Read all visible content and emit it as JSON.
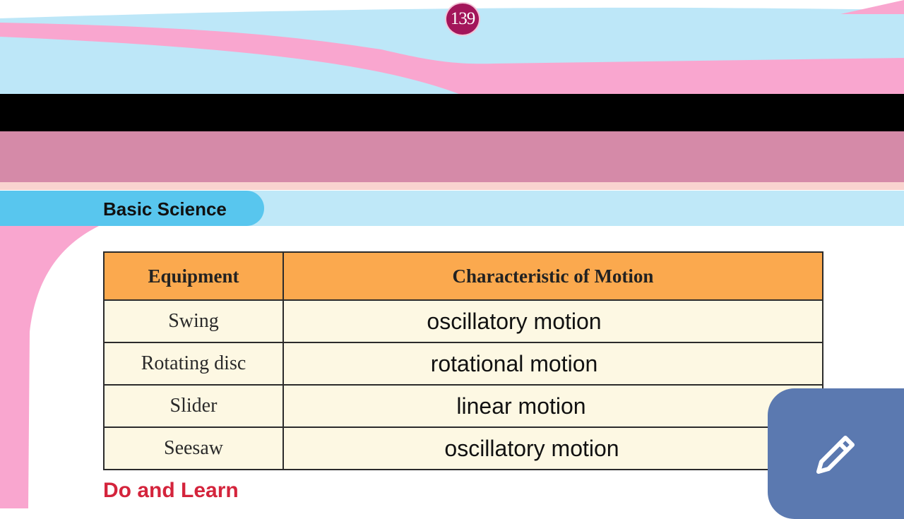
{
  "page": {
    "number": "139",
    "subject": "Basic Science"
  },
  "table": {
    "headers": [
      "Equipment",
      "Characteristic of Motion"
    ],
    "rows": [
      {
        "equipment": "Swing",
        "motion": "oscillatory motion"
      },
      {
        "equipment": "Rotating disc",
        "motion": "rotational motion"
      },
      {
        "equipment": "Slider",
        "motion": "linear motion"
      },
      {
        "equipment": "Seesaw",
        "motion": "oscillatory motion"
      }
    ]
  },
  "section": {
    "heading": "Do and Learn"
  },
  "fab": {
    "icon": "pencil-icon"
  },
  "colors": {
    "header_bg": "#fba94e",
    "cell_bg": "#fdf8e3",
    "subject_tab": "#58c6ee",
    "page_badge": "#a3155a",
    "heading": "#d4243c",
    "fab_bg": "#5b79b0"
  }
}
